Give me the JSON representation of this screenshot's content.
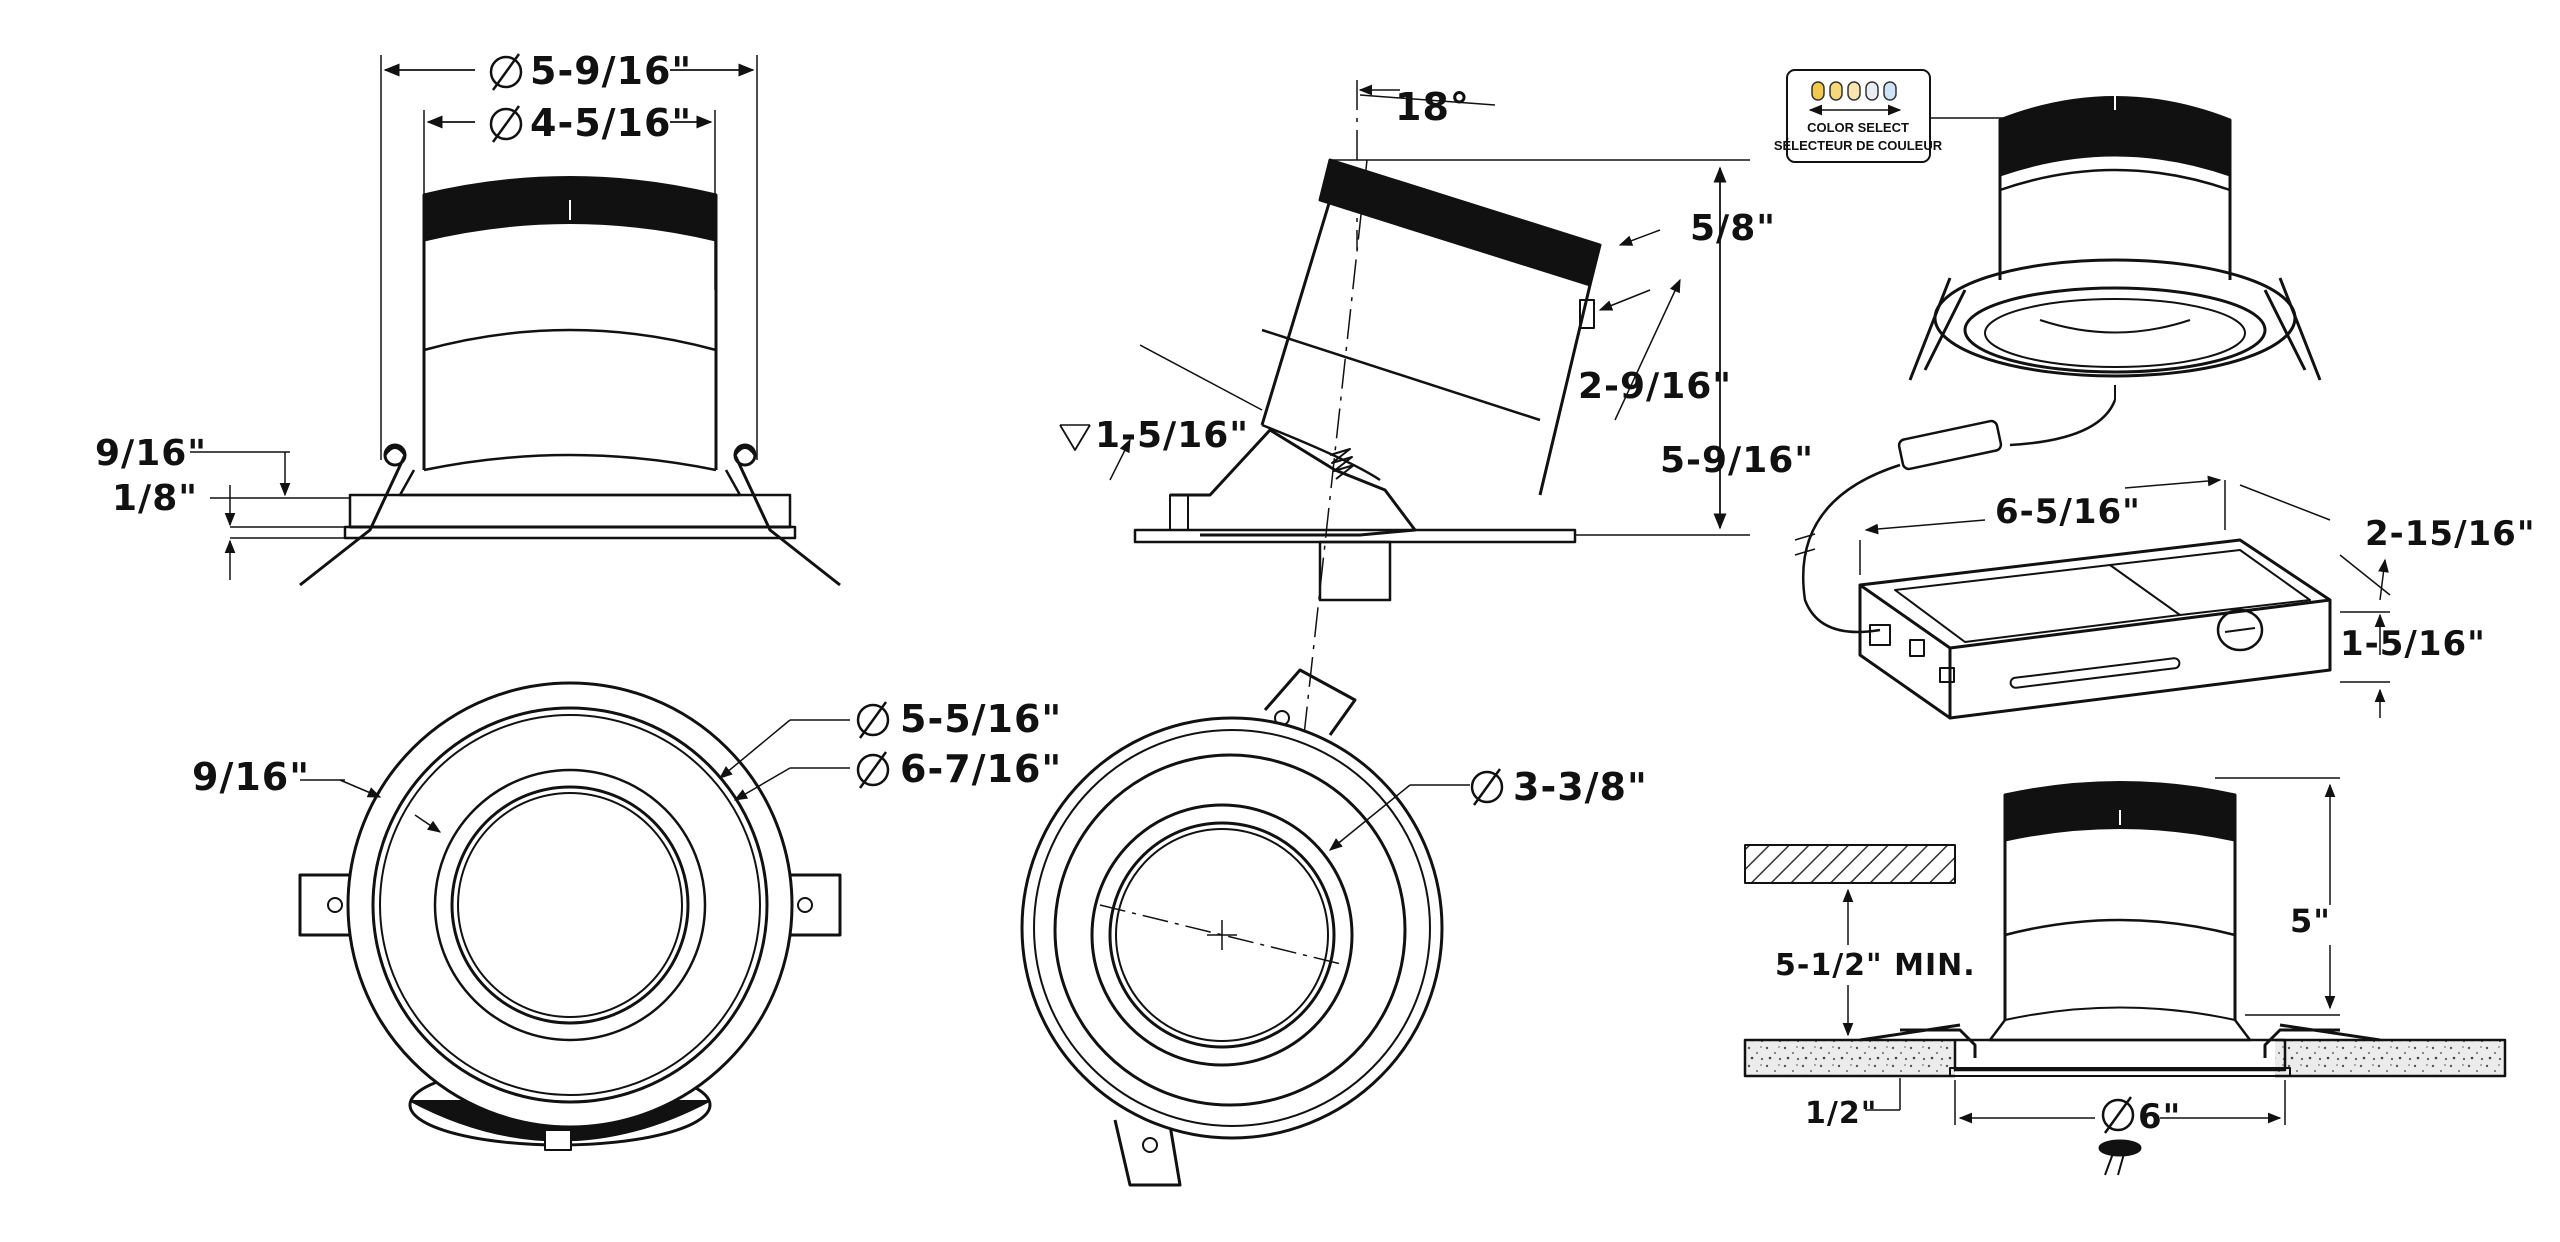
{
  "drawing": {
    "side_view": {
      "outer_diameter": "5-9/16\"",
      "inner_diameter": "4-5/16\"",
      "flange_gap": "9/16\"",
      "flange_thickness": "1/8\""
    },
    "tilt_view": {
      "tilt_angle": "18°",
      "top_offset": "5/8\"",
      "body_depth": "2-9/16\"",
      "overall_height": "5-9/16\"",
      "lower_height": "1-5/16\""
    },
    "color_select": {
      "title": "COLOR SELECT",
      "subtitle": "SÉLECTEUR DE COULEUR",
      "swatches": [
        "#f2c94c",
        "#f6d77a",
        "#f7e6b0",
        "#e9ecf2",
        "#cfe3f6"
      ]
    },
    "junction_box": {
      "length": "6-5/16\"",
      "width": "2-15/16\"",
      "height": "1-5/16\""
    },
    "bottom_view_left": {
      "inner_ring": "5-5/16\"",
      "outer_ring": "6-7/16\"",
      "rim_width": "9/16\""
    },
    "bottom_view_right": {
      "aperture": "3-3/8\""
    },
    "installation": {
      "clearance": "5-1/2\" MIN.",
      "height": "5\"",
      "ceiling_thickness": "1/2\"",
      "cutout": "6\""
    }
  }
}
